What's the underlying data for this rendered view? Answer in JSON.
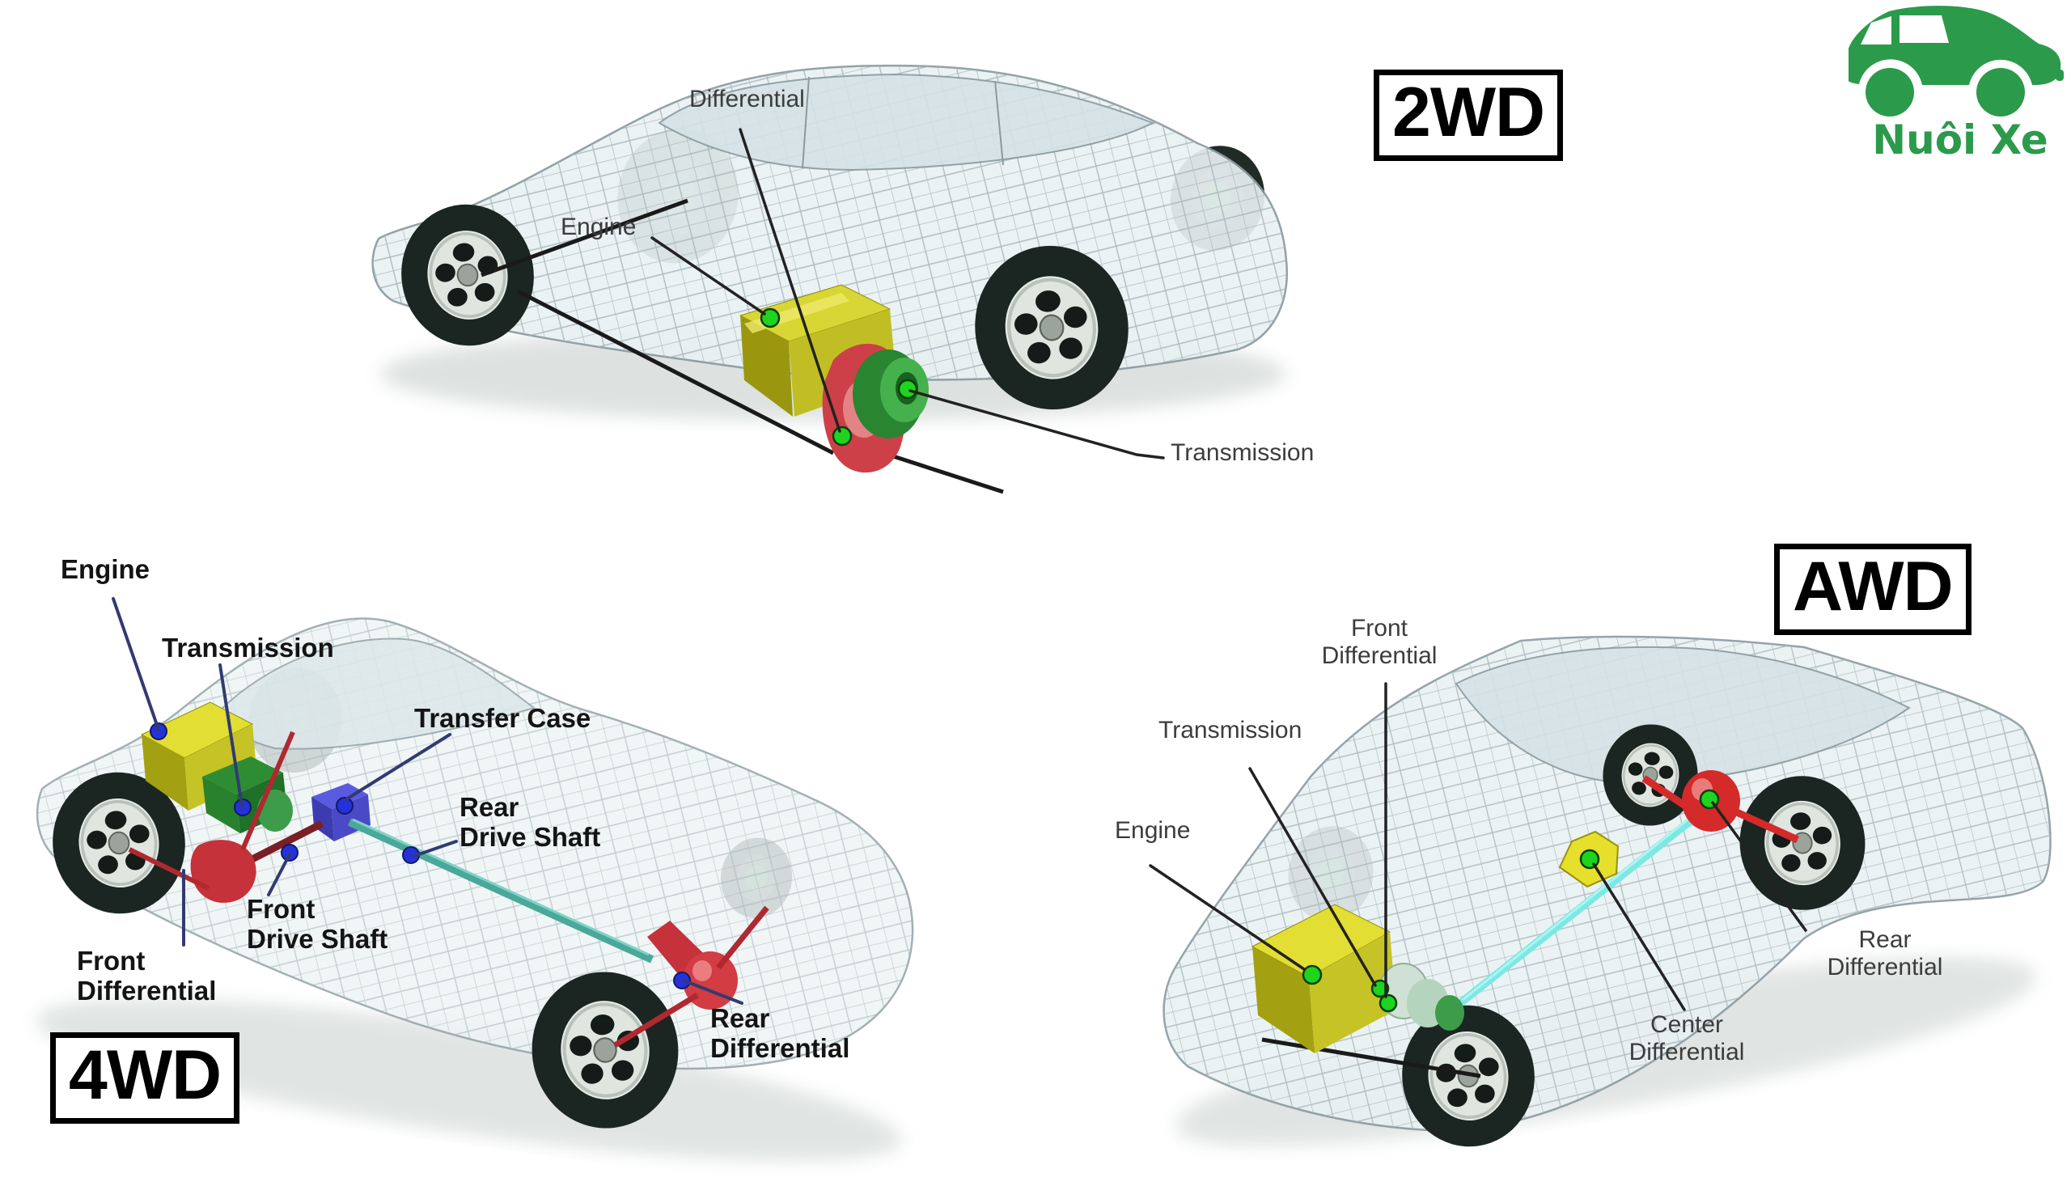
{
  "logo": {
    "text": "Nuôi Xe",
    "color": "#2b9a4b",
    "icon": "green-car-silhouette-icon"
  },
  "colors": {
    "engine_yellow": "#d8d634",
    "transmission_green": "#2e8d33",
    "differential_red": "#cc3a42",
    "drive_shaft_teal": "#49a89a",
    "drive_shaft_cyan": "#7ce8e4",
    "marker_green": "#1ed41e",
    "marker_blue": "#2531d8",
    "body_wireframe": "#e9f1f2"
  },
  "sections": {
    "twd": {
      "badge": "2WD",
      "labels": {
        "differential": "Differential",
        "engine": "Engine",
        "transmission": "Transmission"
      }
    },
    "fourwd": {
      "badge": "4WD",
      "labels": {
        "engine": "Engine",
        "transmission": "Transmission",
        "transfer_case": "Transfer Case",
        "rear_drive_shaft": {
          "line1": "Rear",
          "line2": "Drive Shaft"
        },
        "front_drive_shaft": {
          "line1": "Front",
          "line2": "Drive Shaft"
        },
        "front_differential": {
          "line1": "Front",
          "line2": "Differential"
        },
        "rear_differential": {
          "line1": "Rear",
          "line2": "Differential"
        }
      }
    },
    "awd": {
      "badge": "AWD",
      "labels": {
        "front_differential": {
          "line1": "Front",
          "line2": "Differential"
        },
        "transmission": "Transmission",
        "engine": "Engine",
        "center_differential": {
          "line1": "Center",
          "line2": "Differential"
        },
        "rear_differential": {
          "line1": "Rear",
          "line2": "Differential"
        }
      }
    }
  }
}
